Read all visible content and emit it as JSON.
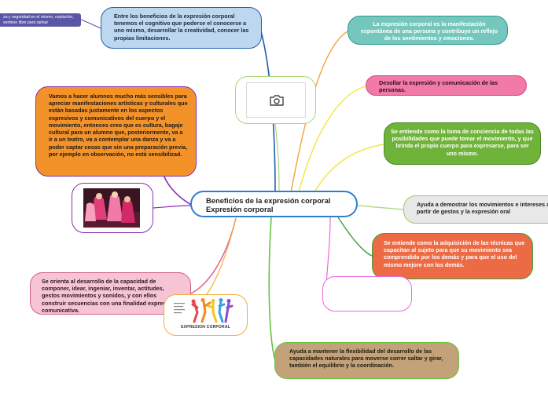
{
  "center": {
    "text": "Beneficios de la expresión corporal Expresión corporal"
  },
  "nodes": {
    "top_blue": "Entre los beneficios de la expresión corporal tenemos el cognitivo  que poderse el conocerse a uno mismo, desarrollar la creatividad, conocer las propias limitaciones.",
    "top_left_purple": "za y seguridad en el mismo, ceptación, sentirse libre para opinar",
    "orange": "Vamos a hacer alumnos mucho más sensibles para apreciar manifestaciones artísticas y culturales que están basadas justamente en los aspectos expresivos y comunicativos del cuerpo y el movimiento, entonces creo que es cultura, bagaje cultural para un alumno que, posteriormente, va a ir a un teatro, va a contemplar una danza y va a poder captar cosas que sin una preparación previa, por ejemplo en observación, no está sensibilizad.",
    "pink_left": "Se orienta al desarrollo de la capacidad de componer, idear, ingeniar, inventar, actitudes, gestos movimientos y sonidos, y con ellos construir secuencias con una finalidad expresiva y comunicativa.",
    "teal": "La expresión corporal es  la manifestación espontánea de una persona  y contribuye un reflejo de los sentimientos y emociones.",
    "pink": "Desollar la expresión y comunicación de las personas.",
    "green": "Se entiende como la toma de conciencia de todas las posibilidades que puede tomar el movimiento, y que brinda el propio cuerpo para expresarse, para ser uno mismo.",
    "grey": "Ayuda a demostrar los movimientos e intereses a partir de gestos y la expresión oral",
    "red": "Se entiende como la adquisición de las técnicas que capacitan al sujeto para que su movimiento sea comprendido por los demás y para que el uso del mismo mejore con los demás.",
    "brown": "Ayuda a mantener la flexibilidad del desarrollo de las capacidades naturales para moverse correr saltar y girar, también el equilibrio y la coordinación."
  },
  "images": {
    "camera": {
      "icon": "camera-icon"
    },
    "dance": {
      "icon": "dance-photo"
    },
    "expression": {
      "icon": "dancers-figures",
      "caption": "EXPRESION CORPORAL"
    }
  },
  "colors": {
    "center_border": "#2f7fd0",
    "blue_link": "#1f5fb0",
    "purple_link": "#8a2fb0",
    "pink_link": "#e0649a",
    "orange_link": "#f4a340",
    "yellow_link": "#f2e640",
    "grey_link": "#b5d98a",
    "red_link": "#ec6b44",
    "green_link": "#69c241",
    "magenta_link": "#e86ae0"
  }
}
